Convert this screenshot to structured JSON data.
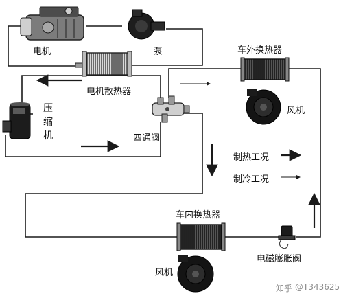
{
  "labels": {
    "motor": "电机",
    "pump": "泵",
    "motor_radiator": "电机散热器",
    "compressor_chars": [
      "压",
      "缩",
      "机"
    ],
    "four_way_valve": "四通阀",
    "outdoor_hx": "车外换热器",
    "outdoor_fan": "风机",
    "indoor_hx": "车内换热器",
    "indoor_fan": "风机",
    "expansion_valve": "电磁膨胀阀"
  },
  "legend": {
    "heating": "制热工况",
    "cooling": "制冷工况"
  },
  "watermark": {
    "site": "知乎",
    "user": "@T343625"
  },
  "colors": {
    "pipe": "#1a1a1a",
    "background": "#ffffff"
  }
}
